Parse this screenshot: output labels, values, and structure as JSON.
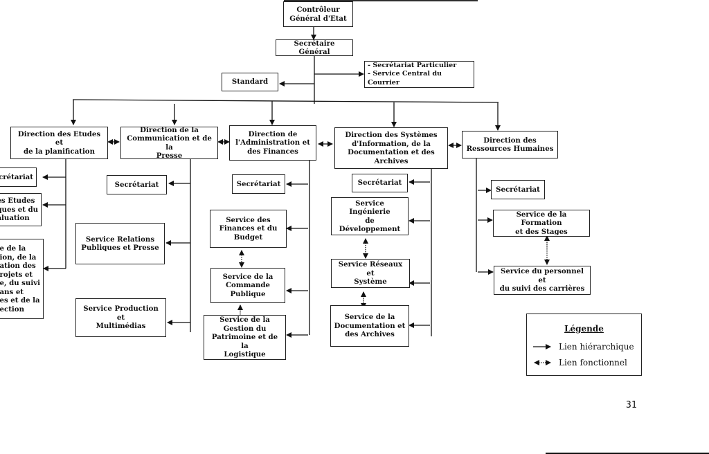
{
  "document": {
    "page_number": "31",
    "chart_title": "Organigramme"
  },
  "top": {
    "controleur": [
      "Contrôleur",
      "Général d'Etat"
    ],
    "secretaire": [
      "Secrétaire Général"
    ],
    "standard": [
      "Standard"
    ],
    "particulier": [
      "- Secrétariat Particulier",
      "- Service Central du Courrier"
    ]
  },
  "directions": [
    {
      "label": [
        "Direction des Etudes et",
        "de la planification"
      ],
      "services": [
        [
          "Secrétariat"
        ],
        [
          "Service des Etudes",
          "Economiques et du",
          "suivi-évaluation"
        ],
        [
          "Service de la",
          "Programmation, de la",
          "coordination des",
          "projets et",
          "programmes, du suivi",
          "des plans et",
          "stratégies et de la",
          "prospection"
        ]
      ],
      "visible_services": [
        [
          "ecrétariat"
        ],
        [
          "es Etudes",
          "ques et du",
          "aluation"
        ],
        [
          "e de la",
          "ion, de la",
          "ation des",
          "rojets et",
          "e, du suivi",
          "ans et",
          "es et de la",
          "ection"
        ]
      ]
    },
    {
      "label": [
        "Direction de la",
        "Communication et de la",
        "Presse"
      ],
      "services": [
        [
          "Secrétariat"
        ],
        [
          "Service Relations",
          "Publiques et Presse"
        ],
        [
          "Service Production et",
          "Multimédias"
        ]
      ]
    },
    {
      "label": [
        "Direction de",
        "l'Administration et",
        "des Finances"
      ],
      "services": [
        [
          "Secrétariat"
        ],
        [
          "Service des",
          "Finances et du",
          "Budget"
        ],
        [
          "Service de la",
          "Commande",
          "Publique"
        ],
        [
          "Service de la",
          "Gestion du",
          "Patrimoine et de la",
          "Logistique"
        ]
      ]
    },
    {
      "label": [
        "Direction des Systèmes",
        "d'Information, de la",
        "Documentation et des",
        "Archives"
      ],
      "services": [
        [
          "Secrétariat"
        ],
        [
          "Service Ingénierie",
          "de Développement"
        ],
        [
          "Service Réseaux et",
          "Système"
        ],
        [
          "Service de la",
          "Documentation et",
          "des Archives"
        ]
      ]
    },
    {
      "label": [
        "Direction des",
        "Ressources Humaines"
      ],
      "services": [
        [
          "Secrétariat"
        ],
        [
          "Service de la Formation",
          "et des Stages"
        ],
        [
          "Service du personnel et",
          "du suivi des carrières"
        ]
      ]
    }
  ],
  "legend": {
    "title": "Légende",
    "items": [
      {
        "type": "hierarchique",
        "label": "Lien hiérarchique"
      },
      {
        "type": "fonctionnel",
        "label": "Lien fonctionnel"
      }
    ]
  },
  "colors": {
    "line": "#111111",
    "box_border": "#222222",
    "background": "#ffffff"
  }
}
